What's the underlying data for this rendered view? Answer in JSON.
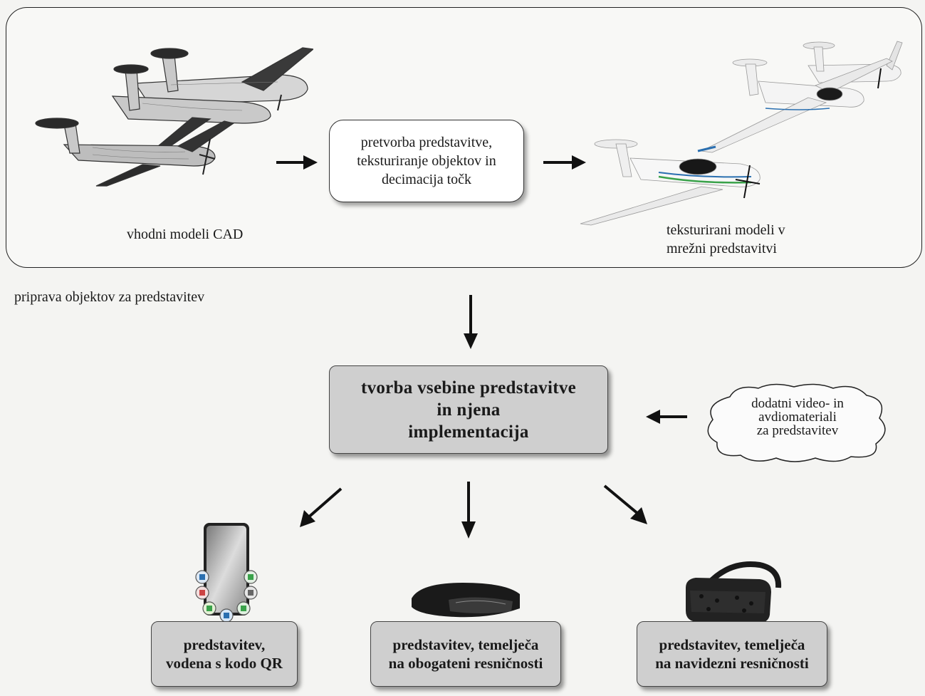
{
  "top_section": {
    "input_label": "vhodni modeli CAD",
    "process_lines": [
      "pretvorba predstavitve,",
      "teksturiranje objektov in",
      "decimacija točk"
    ],
    "output_lines": [
      "teksturirani modeli v",
      "mrežni predstavitvi"
    ]
  },
  "section_label": "priprava objektov za predstavitev",
  "main_box_lines": [
    "tvorba vsebine predstavitve",
    "in njena",
    "implementacija"
  ],
  "cloud_lines": [
    "dodatni video- in",
    "avdiomateriali",
    "za predstavitev"
  ],
  "outputs": [
    {
      "lines": [
        "predstavitev,",
        "vodena s kodo QR"
      ]
    },
    {
      "lines": [
        "predstavitev, temelječa",
        "na obogateni resničnosti"
      ]
    },
    {
      "lines": [
        "predstavitev, temelječa",
        "na navidezni resničnosti"
      ]
    }
  ],
  "colors": {
    "box_gray": "#cfcfcf",
    "accent_blue": "#2a6fb0",
    "accent_green": "#3aa24a"
  }
}
